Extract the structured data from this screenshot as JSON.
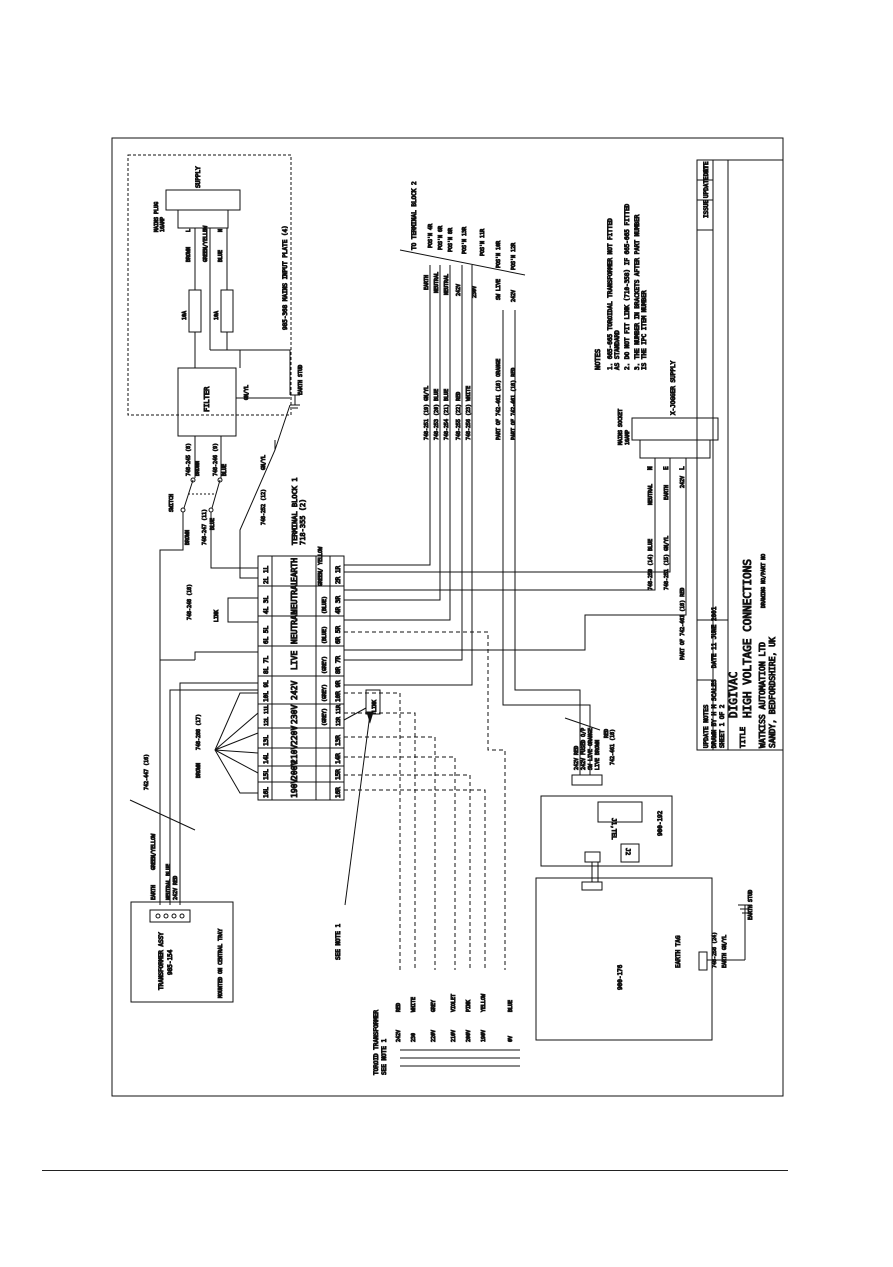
{
  "title_block": {
    "company": "WATKISS AUTOMATION LTD",
    "address": "SANDY, BEDFORDSHIRE, UK",
    "product": "DIGIVAC",
    "title": "HIGH VOLTAGE CONNECTIONS",
    "title_label": "TITLE",
    "drawing_no_label": "DRAWING NO/PART NO",
    "drawn_by": "DRAWN BY H M SCALES",
    "sheet": "SHEET 1 OF 2",
    "date": "DATE 11 JUNE 2001",
    "update_notes_label": "UPDATE NOTES",
    "issue_label": "ISSUE",
    "update_by_label": "UPDATE BY",
    "date_label": "DATE"
  },
  "notes": {
    "heading": "NOTES",
    "items": [
      "1. 665-665 TOROIDAL TRANSFORMER NOT FITTED",
      "   AS STANDARD",
      "2. DO NOT FIT LINK (710-358) IF 665-665 FITTED",
      "3. THE NUMBER IN BRACKETS AFTER PART NUMBER",
      "   IS THE IPC ITEM NUMBER"
    ]
  },
  "mains_input": {
    "plate_label": "985-368 MAINS INPUT PLATE (4)",
    "plug_label": "MAINS PLUG",
    "plug_rating": "16AMP",
    "supply": "SUPPLY",
    "wire_brown": "BROWN",
    "wire_gy": "GREEN/YELLOW",
    "wire_blue": "BLUE",
    "pin_l": "L",
    "pin_e": "E",
    "pin_n": "N",
    "fuse": "10A",
    "filter": "FILTER",
    "gnyl": "GN/YL",
    "earth_stud": "EARTH STUD"
  },
  "switch_area": {
    "switch_label": "SWITCH",
    "w245": "748-245 (8)",
    "w246": "748-246 (9)",
    "brown": "BROWN",
    "blue": "BLUE",
    "w247": "748-247 (11)",
    "w252": "748-252 (12)",
    "gnyl": "GN/YL",
    "w248": "748-248 (18)",
    "link": "LINK",
    "w288": "748-288 (17)",
    "brown2": "BROWN",
    "w447": "742-447 (16)"
  },
  "terminal_block_1": {
    "label": "TERMINAL BLOCK 1",
    "part": "718-355 (2)",
    "rows": [
      {
        "left": "2L 1L",
        "name": "EARTH",
        "right": "2R 1R",
        "tag": "GREEN/ YELLOW"
      },
      {
        "left": "4L 3L",
        "name": "NEUTRAL",
        "right": "4R 3R",
        "tag": "(BLUE)"
      },
      {
        "left": "6L 5L",
        "name": "NEUTRAL",
        "right": "6R 5R",
        "tag": "(BLUE)"
      },
      {
        "left": "8L 7L",
        "name": "LIVE",
        "right": "8R 7R",
        "tag": "(GREY)"
      },
      {
        "left": "10L 9L",
        "name": "242V",
        "right": "10R 9R",
        "tag": "(GREY)"
      },
      {
        "left": "12L 11L",
        "name": "230V",
        "right": "12R 11R",
        "tag": "(GREY)"
      },
      {
        "left": "13L",
        "name": "220V",
        "right": "13R",
        "tag": ""
      },
      {
        "left": "14L",
        "name": "210V",
        "right": "14R",
        "tag": ""
      },
      {
        "left": "15L",
        "name": "200V",
        "right": "15R",
        "tag": ""
      },
      {
        "left": "16L",
        "name": "190V",
        "right": "16R",
        "tag": ""
      }
    ],
    "link_tag": "LINK",
    "see_note": "SEE NOTE 1"
  },
  "terminal_block_2": {
    "label": "TO TERMINAL BLOCK 2",
    "rows": [
      {
        "wire": "748-251 (19) GN/YL",
        "func": "EARTH",
        "pos": "POS'N 4R"
      },
      {
        "wire": "748-253 (20) BLUE",
        "func": "NEUTRAL",
        "pos": "POS'N 6R"
      },
      {
        "wire": "748-254 (21) BLUE",
        "func": "NEUTRAL",
        "pos": "POS'N 8R"
      },
      {
        "wire": "748-255 (22) RED",
        "func": "242V",
        "pos": "POS'N 13R"
      },
      {
        "wire": "748-256 (23) WHITE",
        "func": "230V",
        "pos": "POS'N 11R"
      },
      {
        "wire": "PART OF 742-461 (18) ORANGE",
        "func": "SW LIVE",
        "pos": "POS'N 10R"
      },
      {
        "wire": "PART OF 742-461 (18) RED",
        "func": "242V",
        "pos": "POS'N 12R"
      }
    ]
  },
  "x_jogger": {
    "socket": "MAINS SOCKET",
    "rating": "16AMP",
    "supply": "X-JOGGER SUPPLY",
    "pins": [
      "N",
      "E",
      "L"
    ],
    "pin_labels": [
      "NEUTRAL",
      "EARTH",
      "242V"
    ],
    "w250": "748-250 (14) BLUE",
    "w251": "748-251 (15) GN/YL",
    "w461": "PART OF 742-461 (18) RED"
  },
  "board_192": {
    "part": "900-192",
    "j1": "J1,TEL",
    "j2": "J2",
    "wire": "742-461 (18)",
    "pins": [
      "242V RED",
      "242V FUSED O/P",
      "SW LIVE ORANGE",
      "LIVE BROWN"
    ],
    "red": "RED"
  },
  "board_176": {
    "part": "900-176",
    "earth_tag": "EARTH TAG",
    "earth_stud": "EARTH STUD",
    "w258": "748-258 (24)",
    "earth_gnyl": "EARTH GN/YL"
  },
  "transformer": {
    "assy": "TRANSFORMER ASSY",
    "part": "985-154",
    "mounted": "MOUNTED ON CENTRAL TRAY",
    "earth": "EARTH",
    "gy": "GREEN/YELLOW",
    "neutral": "NEUTRAL BLUE",
    "v242": "242V RED"
  },
  "toroid": {
    "label": "TOROID TRANSFORMER",
    "note": "SEE NOTE 1",
    "taps": [
      {
        "v": "242V",
        "c": "RED"
      },
      {
        "v": "230",
        "c": "WHITE"
      },
      {
        "v": "220V",
        "c": "GREY"
      },
      {
        "v": "210V",
        "c": "VIOLET"
      },
      {
        "v": "200V",
        "c": "PINK"
      },
      {
        "v": "190V",
        "c": "YELLOW"
      },
      {
        "v": "0V",
        "c": "BLUE"
      }
    ]
  }
}
